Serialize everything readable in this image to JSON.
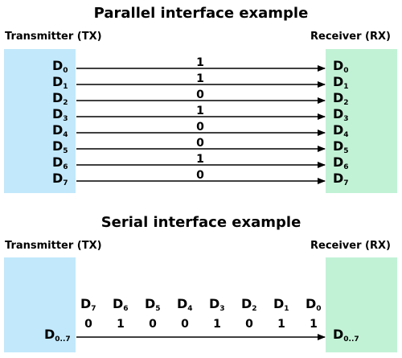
{
  "colors": {
    "tx_box": "#c2e8fb",
    "rx_box": "#c2f2d6",
    "line": "#000000"
  },
  "parallel": {
    "title": "Parallel interface example",
    "tx_label": "Transmitter (TX)",
    "rx_label": "Receiver (RX)",
    "lines": [
      {
        "name": "D",
        "sub": "0",
        "bit": "1"
      },
      {
        "name": "D",
        "sub": "1",
        "bit": "1"
      },
      {
        "name": "D",
        "sub": "2",
        "bit": "0"
      },
      {
        "name": "D",
        "sub": "3",
        "bit": "1"
      },
      {
        "name": "D",
        "sub": "4",
        "bit": "0"
      },
      {
        "name": "D",
        "sub": "5",
        "bit": "0"
      },
      {
        "name": "D",
        "sub": "6",
        "bit": "1"
      },
      {
        "name": "D",
        "sub": "7",
        "bit": "0"
      }
    ]
  },
  "serial": {
    "title": "Serial interface example",
    "tx_label": "Transmitter (TX)",
    "rx_label": "Receiver (RX)",
    "port_name": "D",
    "port_sub": "0..7",
    "stream": [
      {
        "name": "D",
        "sub": "7",
        "bit": "0"
      },
      {
        "name": "D",
        "sub": "6",
        "bit": "1"
      },
      {
        "name": "D",
        "sub": "5",
        "bit": "0"
      },
      {
        "name": "D",
        "sub": "4",
        "bit": "0"
      },
      {
        "name": "D",
        "sub": "3",
        "bit": "1"
      },
      {
        "name": "D",
        "sub": "2",
        "bit": "0"
      },
      {
        "name": "D",
        "sub": "1",
        "bit": "1"
      },
      {
        "name": "D",
        "sub": "0",
        "bit": "1"
      }
    ]
  }
}
